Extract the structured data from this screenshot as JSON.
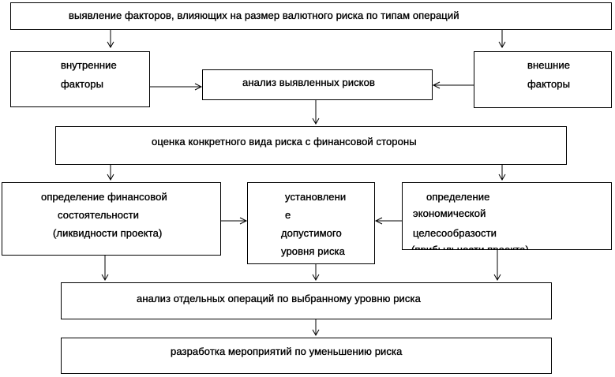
{
  "boxes": {
    "top": "выявление факторов, влияющих на размер валютного риска по типам операций",
    "internal": [
      "внутренние",
      "факторы"
    ],
    "analysis": "анализ выявленных рисков",
    "external": [
      "внешние",
      "факторы"
    ],
    "assessment": "оценка конкретного вида риска с финансовой стороны",
    "solvency": [
      "определение финансовой",
      "состоятельности",
      "(ликвидности проекта)"
    ],
    "acceptable": [
      "установлени",
      "е",
      "допустимого",
      "уровня риска"
    ],
    "expediency": [
      "определение",
      "экономической",
      "целесообразости",
      "(прибыльности проекта)"
    ],
    "operations": "анализ отдельных операций по выбранному уровню риска",
    "measures": "разработка мероприятий по уменьшению риска"
  }
}
